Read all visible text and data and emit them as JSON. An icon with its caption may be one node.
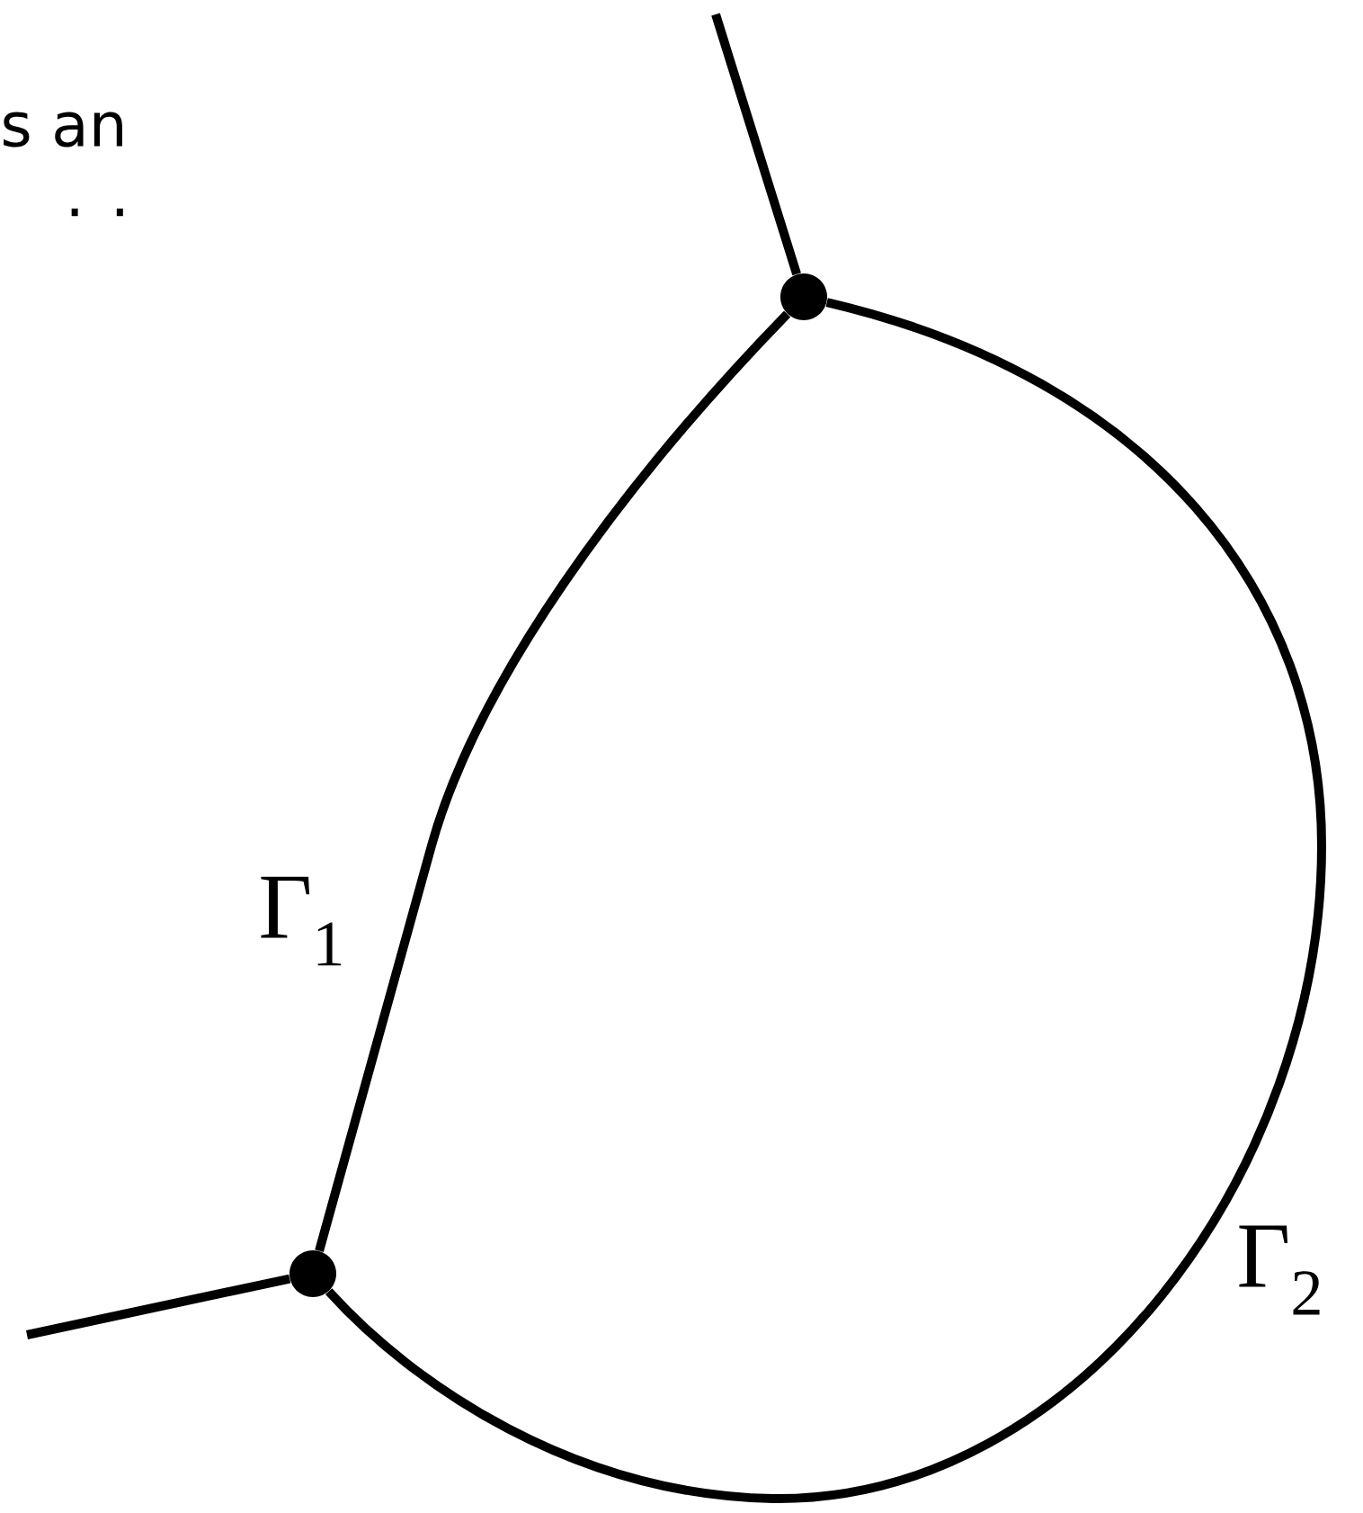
{
  "diagram": {
    "nodes": [
      {
        "text": [],
        "shape": "circle"
      },
      {
        "text": [],
        "shape": "circle"
      }
    ],
    "edges": [
      {
        "from": null,
        "to": 0,
        "arrow": "none"
      },
      {
        "from": 0,
        "to": 1,
        "arrow": "none",
        "label": "Γ$_{1}$"
      },
      {
        "from": 0,
        "to": 1,
        "arrow": "none",
        "label": "Γ$_{2}$"
      },
      {
        "from": null,
        "to": 1,
        "arrow": "none"
      }
    ],
    "labels": [
      "s an",
      ". ."
    ]
  }
}
